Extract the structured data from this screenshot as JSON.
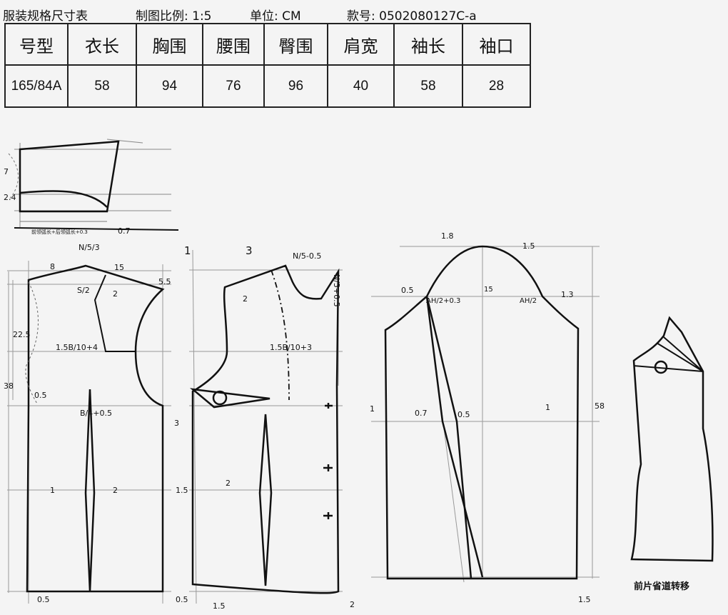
{
  "header": {
    "title": "服装规格尺寸表",
    "scale": "制图比例: 1:5",
    "unit": "单位: CM",
    "style_no": "款号: 0502080127C-a"
  },
  "table": {
    "headers": [
      "号型",
      "衣长",
      "胸围",
      "腰围",
      "臀围",
      "肩宽",
      "袖长",
      "袖口"
    ],
    "rows": [
      [
        "165/84A",
        "58",
        "94",
        "76",
        "96",
        "40",
        "58",
        "28"
      ]
    ]
  },
  "collar": {
    "labels": {
      "height": "7",
      "stand": "2.4",
      "offset": "0.7",
      "length_note": "前领弧长+后领弧长+0.3"
    }
  },
  "back": {
    "labels": {
      "neck_width": "N/5/3",
      "neck_8": "8",
      "shoulder_15": "15",
      "shoulder_drop": "5.5",
      "shoulder_s2": "S/2",
      "armhole_2": "2",
      "depth_225": "22.5",
      "chest": "1.5B/10+4",
      "length_38": "38",
      "waist_05": "0.5",
      "hip": "B/4+0.5",
      "side_1": "1",
      "dart_2": "2",
      "hem_05": "0.5"
    }
  },
  "front": {
    "labels": {
      "mark_1": "1",
      "mark_3": "3",
      "neck_width": "N/5-0.5",
      "neck_depth": "N/5+0.5",
      "shoulder_2": "2",
      "chest": "1.5B/10+3",
      "dart_3": "3",
      "side_15": "1.5",
      "dart_2": "2",
      "hem_05": "0.5",
      "hem_15": "1.5",
      "hem_2": "2"
    }
  },
  "sleeve": {
    "labels": {
      "cap_18": "1.8",
      "cap_15": "1.5",
      "cap_height": "15",
      "left_05": "0.5",
      "front_ah": "AH/2+0.3",
      "back_ah": "AH/2",
      "right_13": "1.3",
      "elbow_1l": "1",
      "elbow_07": "0.7",
      "elbow_05": "0.5",
      "elbow_1r": "1",
      "length_58": "58",
      "hem_15": "1.5"
    }
  },
  "transfer": {
    "caption": "前片省道转移"
  }
}
